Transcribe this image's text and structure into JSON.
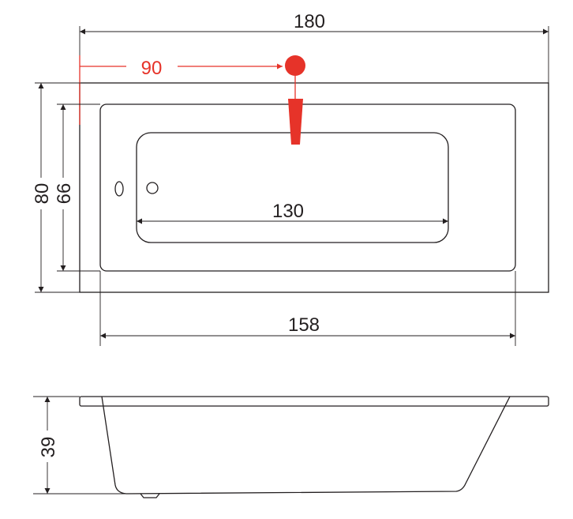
{
  "dimensions": {
    "overall_length": "180",
    "tap_offset": "90",
    "overall_width": "80",
    "inner_width": "66",
    "basin_length": "130",
    "inner_length": "158",
    "height": "39"
  },
  "colors": {
    "line": "#231f20",
    "accent": "#e63329"
  }
}
